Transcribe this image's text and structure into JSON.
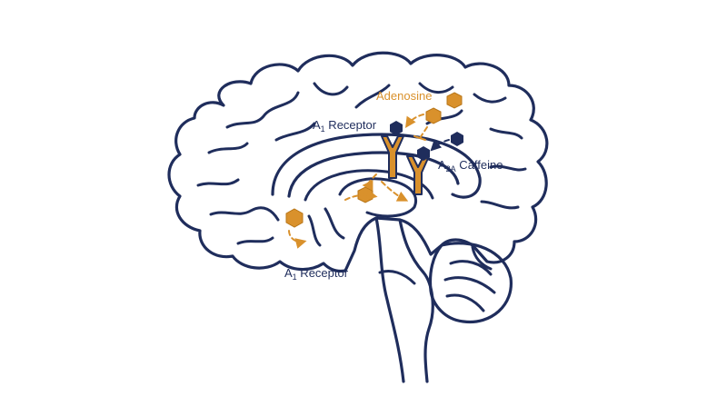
{
  "labels": {
    "adenosine": "Adenosine",
    "a1_receptor_top_main": "A",
    "a1_receptor_top_sub": "1",
    "a1_receptor_top_rest": " Receptor",
    "a2a_main": "A",
    "a2a_sub": "2A",
    "caffeine": " Caffeine",
    "a1_receptor_bottom_main": "A",
    "a1_receptor_bottom_sub": "1",
    "a1_receptor_bottom_rest": " Receptor"
  },
  "colors": {
    "outline": "#1f2d5c",
    "adenosine": "#d9912c",
    "caffeine": "#1f2d5c",
    "background": "#ffffff"
  },
  "icons": {
    "adenosine_molecule": "orange-hexagon",
    "caffeine_molecule": "navy-hexagon",
    "receptor": "y-shaped-receptor"
  }
}
